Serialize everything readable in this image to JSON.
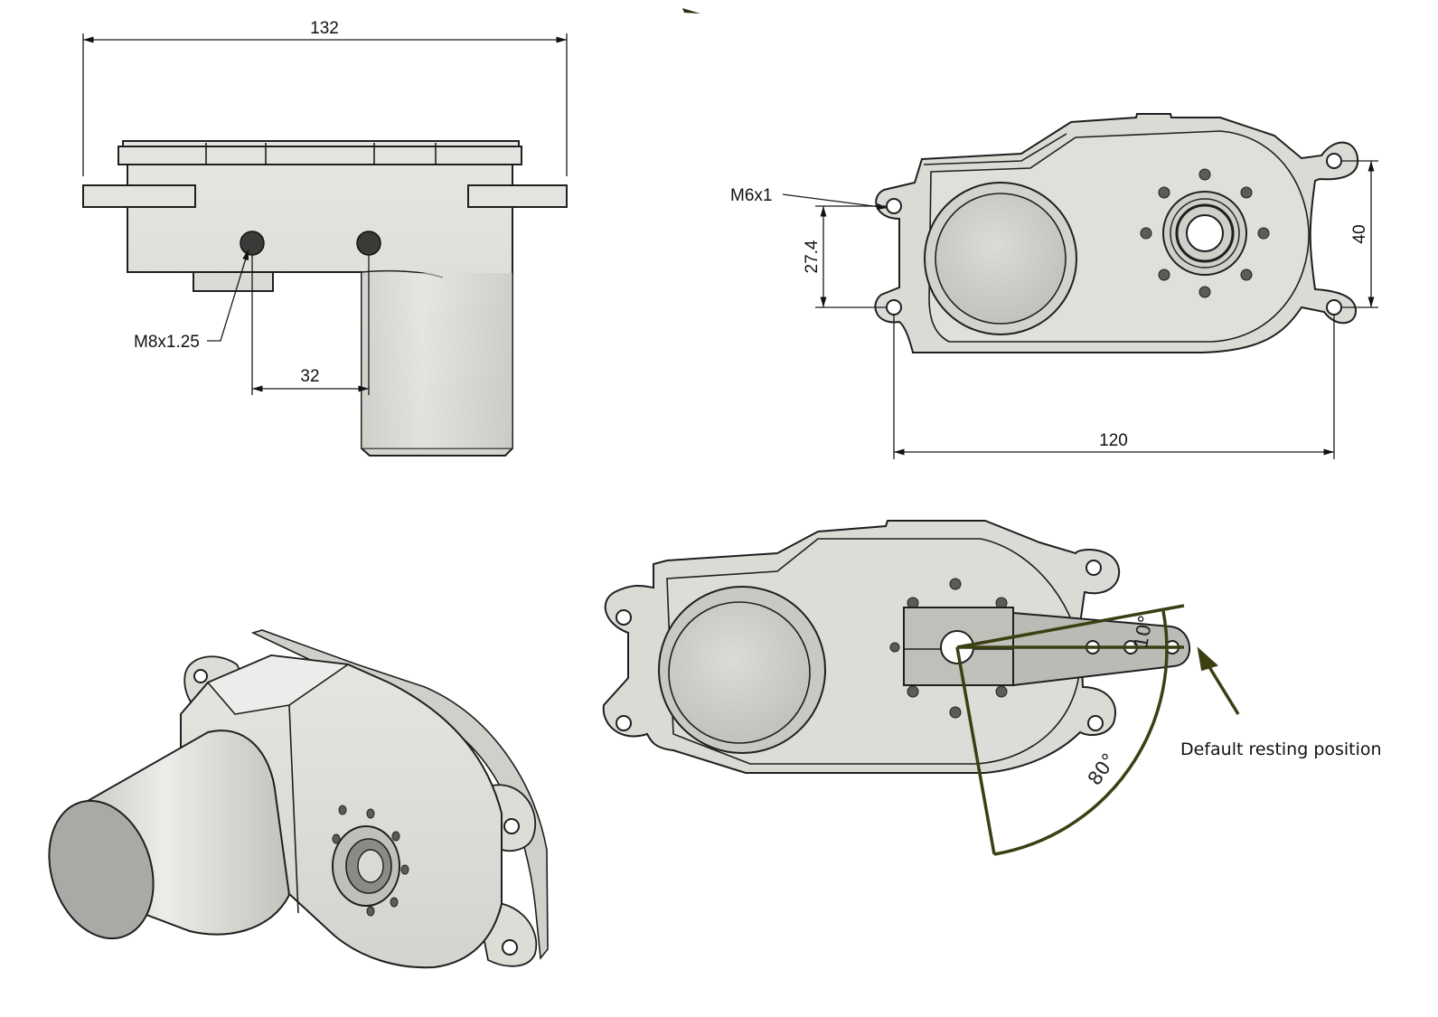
{
  "front_view": {
    "dim_width": "132",
    "dim_hole_spacing": "32",
    "thread_callout": "M8x1.25"
  },
  "top_view": {
    "thread_callout": "M6x1",
    "dim_vertical_left": "27.4",
    "dim_vertical_right": "40",
    "dim_horizontal": "120"
  },
  "arm_view": {
    "angle_small": "10°",
    "angle_large": "80°",
    "rest_note": "Default resting position"
  },
  "colors": {
    "part_fill": "#d9dbd5",
    "arm_fill": "#b9bbb5",
    "annotation": "#3b3f12"
  }
}
